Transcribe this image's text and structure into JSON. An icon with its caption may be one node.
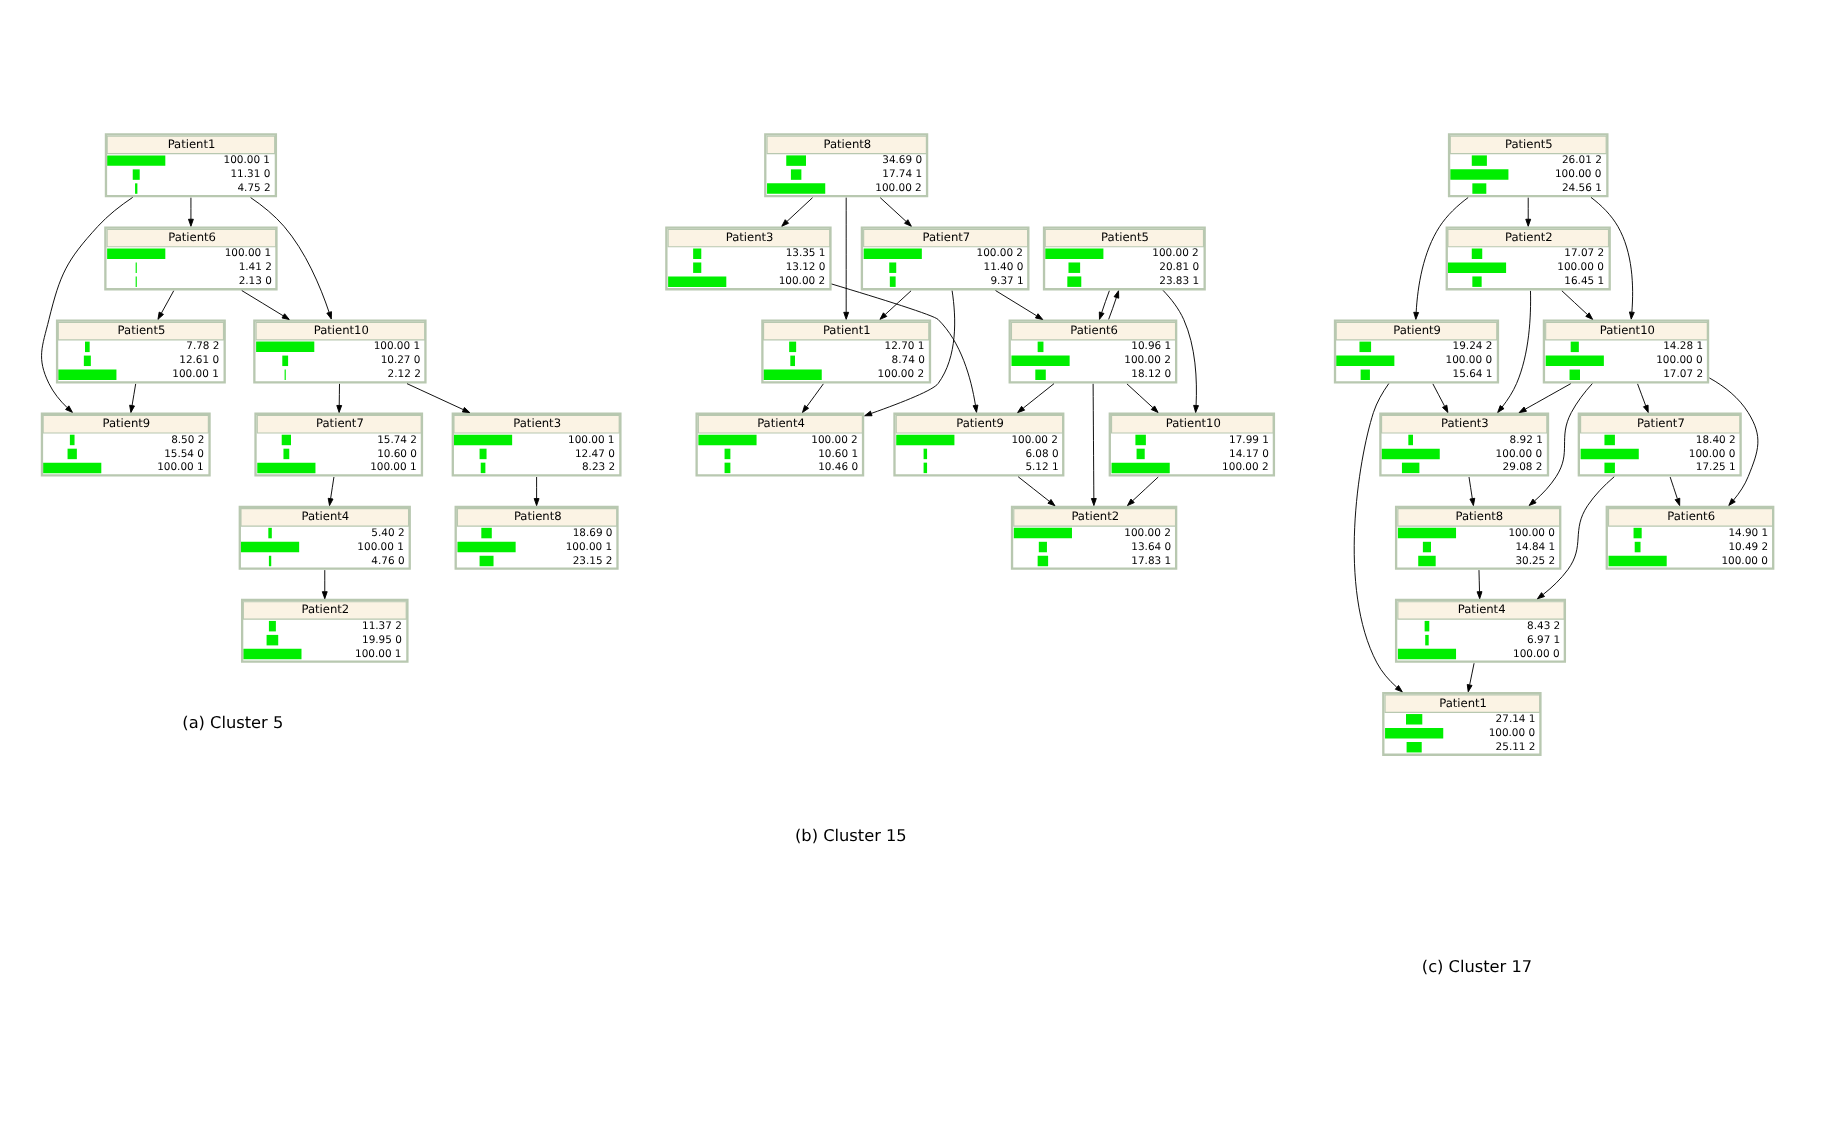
{
  "diagram": {
    "nodes": [
      {
        "text": [
          "Patient1",
          "100.00 1",
          "11.31 0",
          "4.75 2"
        ]
      },
      {
        "text": [
          "Patient2",
          "11.37 2",
          "19.95 0",
          "100.00 1"
        ]
      },
      {
        "text": [
          "Patient3",
          "100.00 1",
          "12.47 0",
          "8.23 2"
        ]
      },
      {
        "text": [
          "Patient4",
          "5.40 2",
          "100.00 1",
          "4.76 0"
        ]
      },
      {
        "text": [
          "Patient5",
          "7.78 2",
          "12.61 0",
          "100.00 1"
        ]
      },
      {
        "text": [
          "Patient6",
          "100.00 1",
          "1.41 2",
          "2.13 0"
        ]
      },
      {
        "text": [
          "Patient7",
          "15.74 2",
          "10.60 0",
          "100.00 1"
        ]
      },
      {
        "text": [
          "Patient8",
          "18.69 0",
          "100.00 1",
          "23.15 2"
        ]
      },
      {
        "text": [
          "Patient9",
          "8.50 2",
          "15.54 0",
          "100.00 1"
        ]
      },
      {
        "text": [
          "Patient10",
          "100.00 1",
          "10.27 0",
          "2.12 2"
        ]
      },
      {
        "text": [
          "Patient1",
          "12.70 1",
          "8.74 0",
          "100.00 2"
        ]
      },
      {
        "text": [
          "Patient2",
          "100.00 2",
          "13.64 0",
          "17.83 1"
        ]
      },
      {
        "text": [
          "Patient3",
          "13.35 1",
          "13.12 0",
          "100.00 2"
        ]
      },
      {
        "text": [
          "Patient4",
          "100.00 2",
          "10.60 1",
          "10.46 0"
        ]
      },
      {
        "text": [
          "Patient5",
          "100.00 2",
          "20.81 0",
          "23.83 1"
        ]
      },
      {
        "text": [
          "Patient6",
          "10.96 1",
          "100.00 2",
          "18.12 0"
        ]
      },
      {
        "text": [
          "Patient7",
          "100.00 2",
          "11.40 0",
          "9.37 1"
        ]
      },
      {
        "text": [
          "Patient8",
          "34.69 0",
          "17.74 1",
          "100.00 2"
        ]
      },
      {
        "text": [
          "Patient9",
          "100.00 2",
          "6.08 0",
          "5.12 1"
        ]
      },
      {
        "text": [
          "Patient10",
          "17.99 1",
          "14.17 0",
          "100.00 2"
        ]
      },
      {
        "text": [
          "Patient1",
          "27.14 1",
          "100.00 0",
          "25.11 2"
        ]
      },
      {
        "text": [
          "Patient2",
          "17.07 2",
          "100.00 0",
          "16.45 1"
        ]
      },
      {
        "text": [
          "Patient3",
          "8.92 1",
          "100.00 0",
          "29.08 2"
        ]
      },
      {
        "text": [
          "Patient4",
          "8.43 2",
          "6.97 1",
          "100.00 0"
        ]
      },
      {
        "text": [
          "Patient5",
          "26.01 2",
          "100.00 0",
          "24.56 1"
        ]
      },
      {
        "text": [
          "Patient6",
          "14.90 1",
          "10.49 2",
          "100.00 0"
        ]
      },
      {
        "text": [
          "Patient7",
          "18.40 2",
          "100.00 0",
          "17.25 1"
        ]
      },
      {
        "text": [
          "Patient8",
          "100.00 0",
          "14.84 1",
          "30.25 2"
        ]
      },
      {
        "text": [
          "Patient9",
          "19.24 2",
          "100.00 0",
          "15.64 1"
        ]
      },
      {
        "text": [
          "Patient10",
          "14.28 1",
          "100.00 0",
          "17.07 2"
        ]
      }
    ],
    "edges": [
      {
        "from": 0,
        "to": 9,
        "arrow": "to"
      },
      {
        "from": 0,
        "to": 8,
        "arrow": "to"
      },
      {
        "from": 0,
        "to": 5,
        "arrow": "to"
      },
      {
        "from": 3,
        "to": 1,
        "arrow": "to"
      },
      {
        "from": 9,
        "to": 2,
        "arrow": "to"
      },
      {
        "from": 5,
        "to": 9,
        "arrow": "to"
      },
      {
        "from": 4,
        "to": 8,
        "arrow": "to"
      },
      {
        "from": 2,
        "to": 7,
        "arrow": "to"
      },
      {
        "from": 5,
        "to": 4,
        "arrow": "to"
      },
      {
        "from": 6,
        "to": 3,
        "arrow": "to"
      },
      {
        "from": 9,
        "to": 6,
        "arrow": "to"
      },
      {
        "from": 10,
        "to": 13,
        "arrow": "to"
      },
      {
        "from": 17,
        "to": 10,
        "arrow": "to"
      },
      {
        "from": 16,
        "to": 10,
        "arrow": "to"
      },
      {
        "from": 19,
        "to": 11,
        "arrow": "to"
      },
      {
        "from": 18,
        "to": 11,
        "arrow": "to"
      },
      {
        "from": 15,
        "to": 11,
        "arrow": "to"
      },
      {
        "from": 12,
        "to": 18,
        "arrow": "to"
      },
      {
        "from": 17,
        "to": 12,
        "arrow": "to"
      },
      {
        "from": 14,
        "to": 19,
        "arrow": "to"
      },
      {
        "from": 15,
        "to": 19,
        "arrow": "to"
      },
      {
        "from": 15,
        "to": 18,
        "arrow": "to"
      },
      {
        "from": 17,
        "to": 16,
        "arrow": "to"
      },
      {
        "from": 16,
        "to": 13,
        "arrow": "to"
      },
      {
        "from": 15,
        "to": 14,
        "arrow": "to"
      },
      {
        "from": 14,
        "to": 15,
        "arrow": "to"
      },
      {
        "from": 16,
        "to": 15,
        "arrow": "to"
      },
      {
        "from": 23,
        "to": 20,
        "arrow": "to"
      },
      {
        "from": 28,
        "to": 20,
        "arrow": "to"
      },
      {
        "from": 21,
        "to": 29,
        "arrow": "to"
      },
      {
        "from": 21,
        "to": 22,
        "arrow": "to"
      },
      {
        "from": 24,
        "to": 21,
        "arrow": "to"
      },
      {
        "from": 28,
        "to": 22,
        "arrow": "to"
      },
      {
        "from": 22,
        "to": 27,
        "arrow": "to"
      },
      {
        "from": 24,
        "to": 29,
        "arrow": "to"
      },
      {
        "from": 24,
        "to": 28,
        "arrow": "to"
      },
      {
        "from": 29,
        "to": 25,
        "arrow": "to"
      },
      {
        "from": 29,
        "to": 22,
        "arrow": "to"
      },
      {
        "from": 29,
        "to": 27,
        "arrow": "to"
      },
      {
        "from": 29,
        "to": 26,
        "arrow": "to"
      },
      {
        "from": 27,
        "to": 23,
        "arrow": "to"
      },
      {
        "from": 26,
        "to": 23,
        "arrow": "to"
      },
      {
        "from": 26,
        "to": 25,
        "arrow": "to"
      }
    ],
    "labels": [
      "(a) Cluster 5",
      "(b) Cluster 15",
      "(c) Cluster 17"
    ]
  }
}
